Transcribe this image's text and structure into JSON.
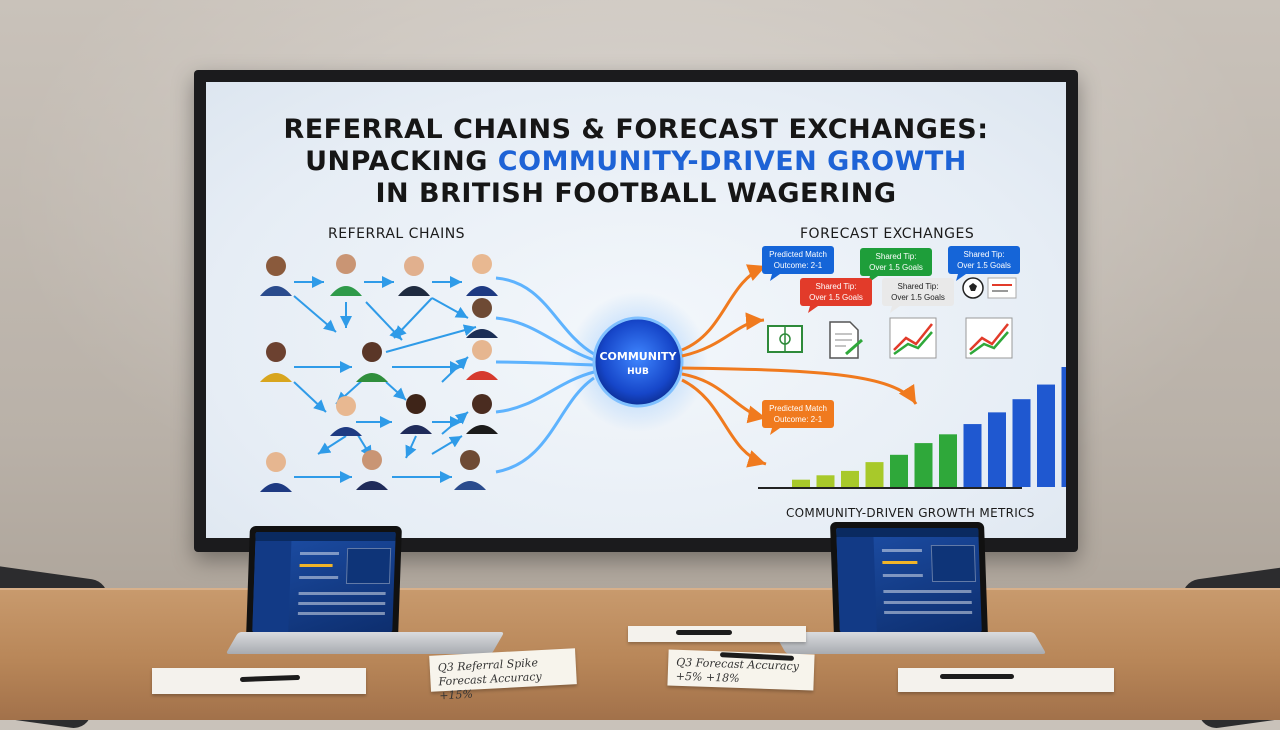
{
  "slide": {
    "title_line1": "REFERRAL CHAINS & FORECAST EXCHANGES:",
    "title_line2_prefix": "UNPACKING ",
    "title_line2_accent": "COMMUNITY-DRIVEN GROWTH",
    "title_line3": "IN BRITISH FOOTBALL WAGERING",
    "referral_label": "REFERRAL CHAINS",
    "forecast_label": "FORECAST EXCHANGES",
    "hub_line1": "COMMUNITY",
    "hub_line2": "HUB",
    "metrics_label": "COMMUNITY-DRIVEN GROWTH METRICS",
    "bubbles": [
      {
        "line1": "Predicted Match",
        "line2": "Outcome: 2-1",
        "color": "#1565d8"
      },
      {
        "line1": "Shared Tip:",
        "line2": "Over 1.5 Goals",
        "color": "#1e9e3a"
      },
      {
        "line1": "Shared Tip:",
        "line2": "Over 1.5 Goals",
        "color": "#1565d8"
      },
      {
        "line1": "Shared Tip:",
        "line2": "Over 1.5 Goals",
        "color": "#e23b2a"
      },
      {
        "line1": "Shared Tip:",
        "line2": "Over 1.5 Goals",
        "color": "#e9e9e9"
      },
      {
        "line1": "Predicted Match",
        "line2": "Outcome: 2-1",
        "color": "#f07a1e"
      }
    ],
    "growth_bars": [
      5,
      8,
      11,
      17,
      22,
      30,
      36,
      43,
      51,
      60,
      70,
      82
    ]
  },
  "notes": {
    "left_note_line1": "Q3 Referral Spike",
    "left_note_line2": "Forecast Accuracy +15%",
    "right_note_line1": "Q3",
    "right_note_line2": "Forecast Accuracy",
    "right_note_line3": "+5% +18%"
  },
  "colors": {
    "accent_blue": "#1e63d6",
    "hub_blue": "#1a5fe0",
    "arrow_orange": "#f07a1e",
    "bar_green": "#2fa83a",
    "bar_blue": "#1f58d0"
  }
}
